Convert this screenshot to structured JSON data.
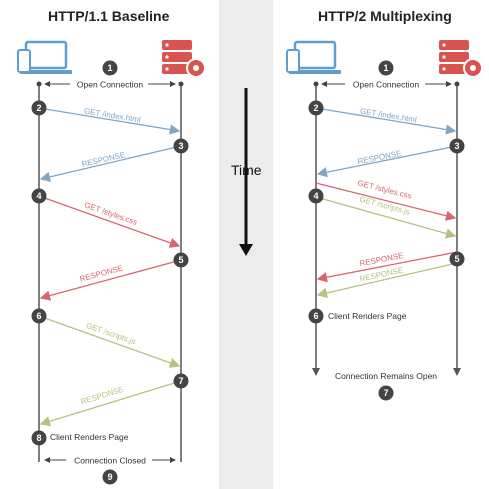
{
  "titles": {
    "left": "HTTP/1.1 Baseline",
    "right": "HTTP/2 Multiplexing"
  },
  "time_label": "Time",
  "colors": {
    "request_blue": "#7fa7c8",
    "response_blue": "#7fa7c8",
    "request_red": "#d96570",
    "response_red": "#d96570",
    "request_green": "#b3c480",
    "response_green": "#b3c480",
    "step_circle": "#444444",
    "icon_blue": "#5f9ed0",
    "icon_red": "#d9534f",
    "time_band": "#ececec"
  },
  "left": {
    "open_connection": "Open Connection",
    "messages": [
      {
        "text": "GET /index.html",
        "color": "blue"
      },
      {
        "text": "RESPONSE",
        "color": "blue"
      },
      {
        "text": "GET /styles.css",
        "color": "red"
      },
      {
        "text": "RESPONSE",
        "color": "red"
      },
      {
        "text": "GET /scripts.js",
        "color": "green"
      },
      {
        "text": "RESPONSE",
        "color": "green"
      }
    ],
    "client_renders": "Client Renders Page",
    "connection_closed": "Connection Closed",
    "steps": [
      "1",
      "2",
      "3",
      "4",
      "5",
      "6",
      "7",
      "8",
      "9"
    ]
  },
  "right": {
    "open_connection": "Open Connection",
    "messages": [
      {
        "text": "GET /index.html",
        "color": "blue"
      },
      {
        "text": "RESPONSE",
        "color": "blue"
      },
      {
        "text": "GET /styles.css",
        "color": "red"
      },
      {
        "text": "GET /scripts.js",
        "color": "green"
      },
      {
        "text": "RESPONSE",
        "color": "red"
      },
      {
        "text": "RESPONSE",
        "color": "green"
      }
    ],
    "client_renders": "Client Renders Page",
    "connection_remains": "Connection Remains Open",
    "steps": [
      "1",
      "2",
      "3",
      "4",
      "5",
      "6",
      "7"
    ]
  }
}
